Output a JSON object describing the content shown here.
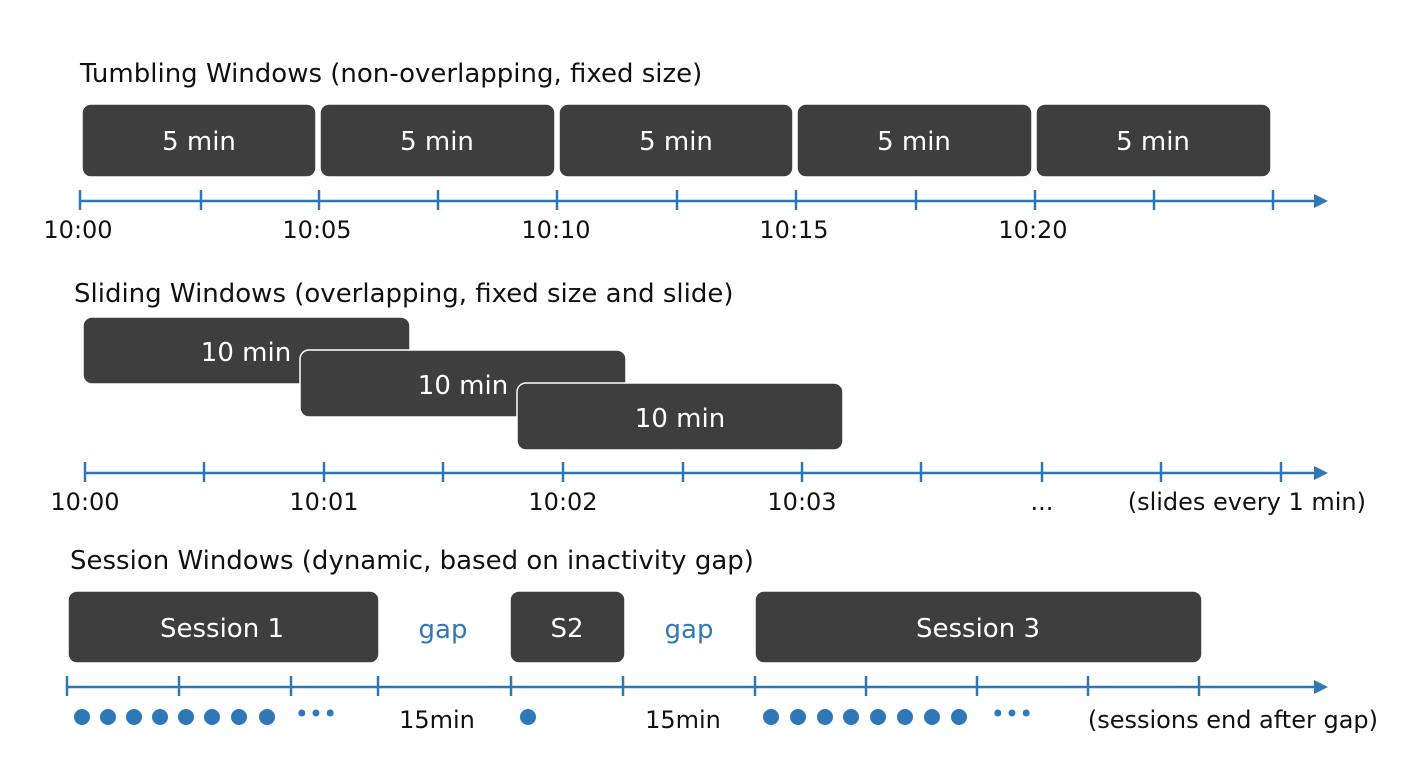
{
  "tumbling": {
    "title": "Tumbling Windows (non-overlapping, fixed size)",
    "windows": [
      "5 min",
      "5 min",
      "5 min",
      "5 min",
      "5 min"
    ],
    "ticks": [
      "10:00",
      "10:05",
      "10:10",
      "10:15",
      "10:20"
    ]
  },
  "sliding": {
    "title": "Sliding Windows (overlapping, fixed size and slide)",
    "windows": [
      "10 min",
      "10 min",
      "10 min"
    ],
    "ticks": [
      "10:00",
      "10:01",
      "10:02",
      "10:03",
      "..."
    ],
    "note": "(slides every 1 min)"
  },
  "session": {
    "title": "Session Windows (dynamic, based on inactivity gap)",
    "windows": [
      "Session 1",
      "S2",
      "Session 3"
    ],
    "gap_labels": [
      "gap",
      "gap"
    ],
    "gap_durations": [
      "15min",
      "15min"
    ],
    "note": "(sessions end after gap)",
    "event_ellipsis": "•••"
  },
  "colors": {
    "box": "#3e3e3e",
    "accent": "#2f78b8",
    "text": "#111111"
  }
}
